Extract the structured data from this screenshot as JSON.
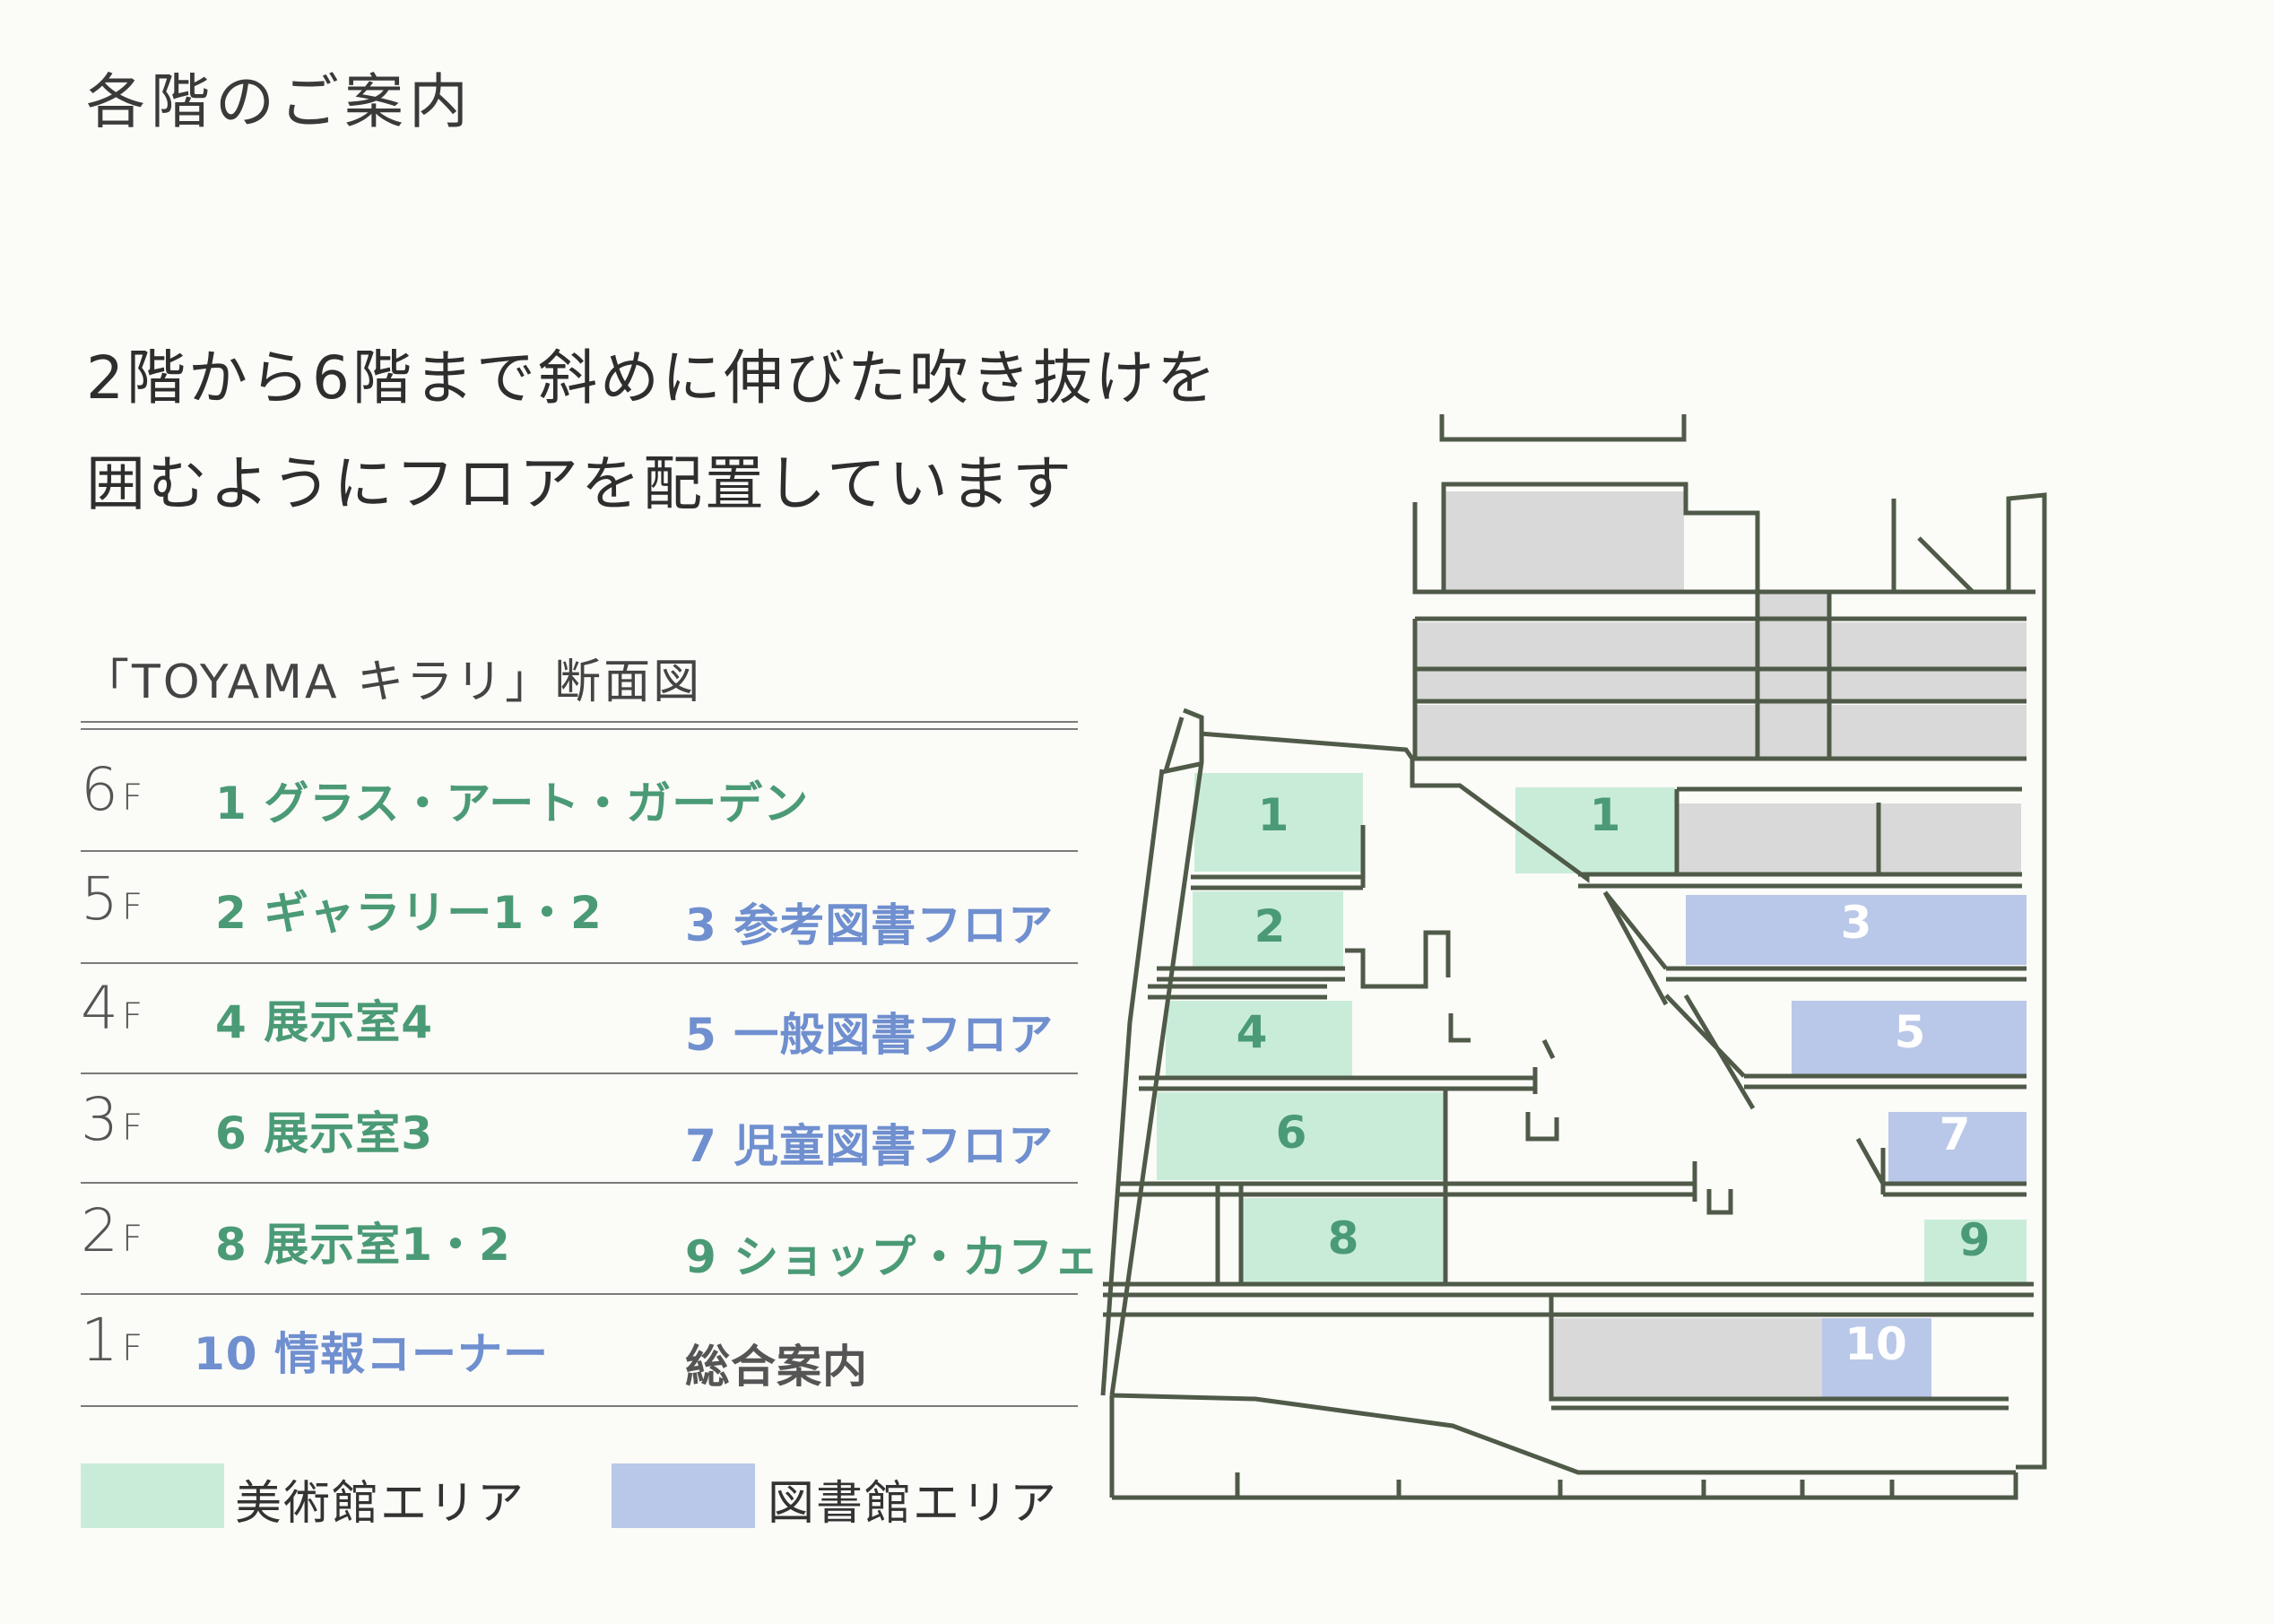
{
  "heading": "各階のご案内",
  "lead": {
    "line1": "2階から6階まで斜めに伸びた吹き抜けを",
    "line2": "囲むようにフロアを配置しています"
  },
  "diagram_title": "「TOYAMA キラリ」断面図",
  "colors": {
    "museum": "#c9ecd9",
    "library": "#b9c7e8",
    "green_text": "#4b9a76",
    "blue_text": "#6f8fcf",
    "structure": "#4f5a48",
    "gray_fill": "#d9d9d9"
  },
  "floors": [
    {
      "label": "6",
      "unit": "F",
      "left": {
        "text": "1 グラス・アート・ガーデン",
        "area": "museum"
      },
      "right": null
    },
    {
      "label": "5",
      "unit": "F",
      "left": {
        "text": "2 ギャラリー1・2",
        "area": "museum"
      },
      "right": {
        "text": "3 参考図書フロア",
        "area": "library"
      }
    },
    {
      "label": "4",
      "unit": "F",
      "left": {
        "text": "4 展示室4",
        "area": "museum"
      },
      "right": {
        "text": "5 一般図書フロア",
        "area": "library"
      }
    },
    {
      "label": "3",
      "unit": "F",
      "left": {
        "text": "6 展示室3",
        "area": "museum"
      },
      "right": {
        "text": "7 児童図書フロア",
        "area": "library"
      }
    },
    {
      "label": "2",
      "unit": "F",
      "left": {
        "text": "8 展示室1・2",
        "area": "museum"
      },
      "right": {
        "text": "9 ショップ・カフェ",
        "area": "museum"
      }
    },
    {
      "label": "1",
      "unit": "F",
      "left": {
        "text": "10 情報コーナー",
        "area": "library"
      },
      "right": {
        "text": "総合案内",
        "area": "none"
      }
    }
  ],
  "legend": [
    {
      "label": "美術館エリア",
      "area": "museum"
    },
    {
      "label": "図書館エリア",
      "area": "library"
    }
  ],
  "section_rooms": [
    {
      "num": "1",
      "area": "museum"
    },
    {
      "num": "1",
      "area": "museum"
    },
    {
      "num": "2",
      "area": "museum"
    },
    {
      "num": "3",
      "area": "library"
    },
    {
      "num": "4",
      "area": "museum"
    },
    {
      "num": "5",
      "area": "library"
    },
    {
      "num": "6",
      "area": "museum"
    },
    {
      "num": "7",
      "area": "library"
    },
    {
      "num": "8",
      "area": "museum"
    },
    {
      "num": "9",
      "area": "museum"
    },
    {
      "num": "10",
      "area": "library"
    }
  ]
}
